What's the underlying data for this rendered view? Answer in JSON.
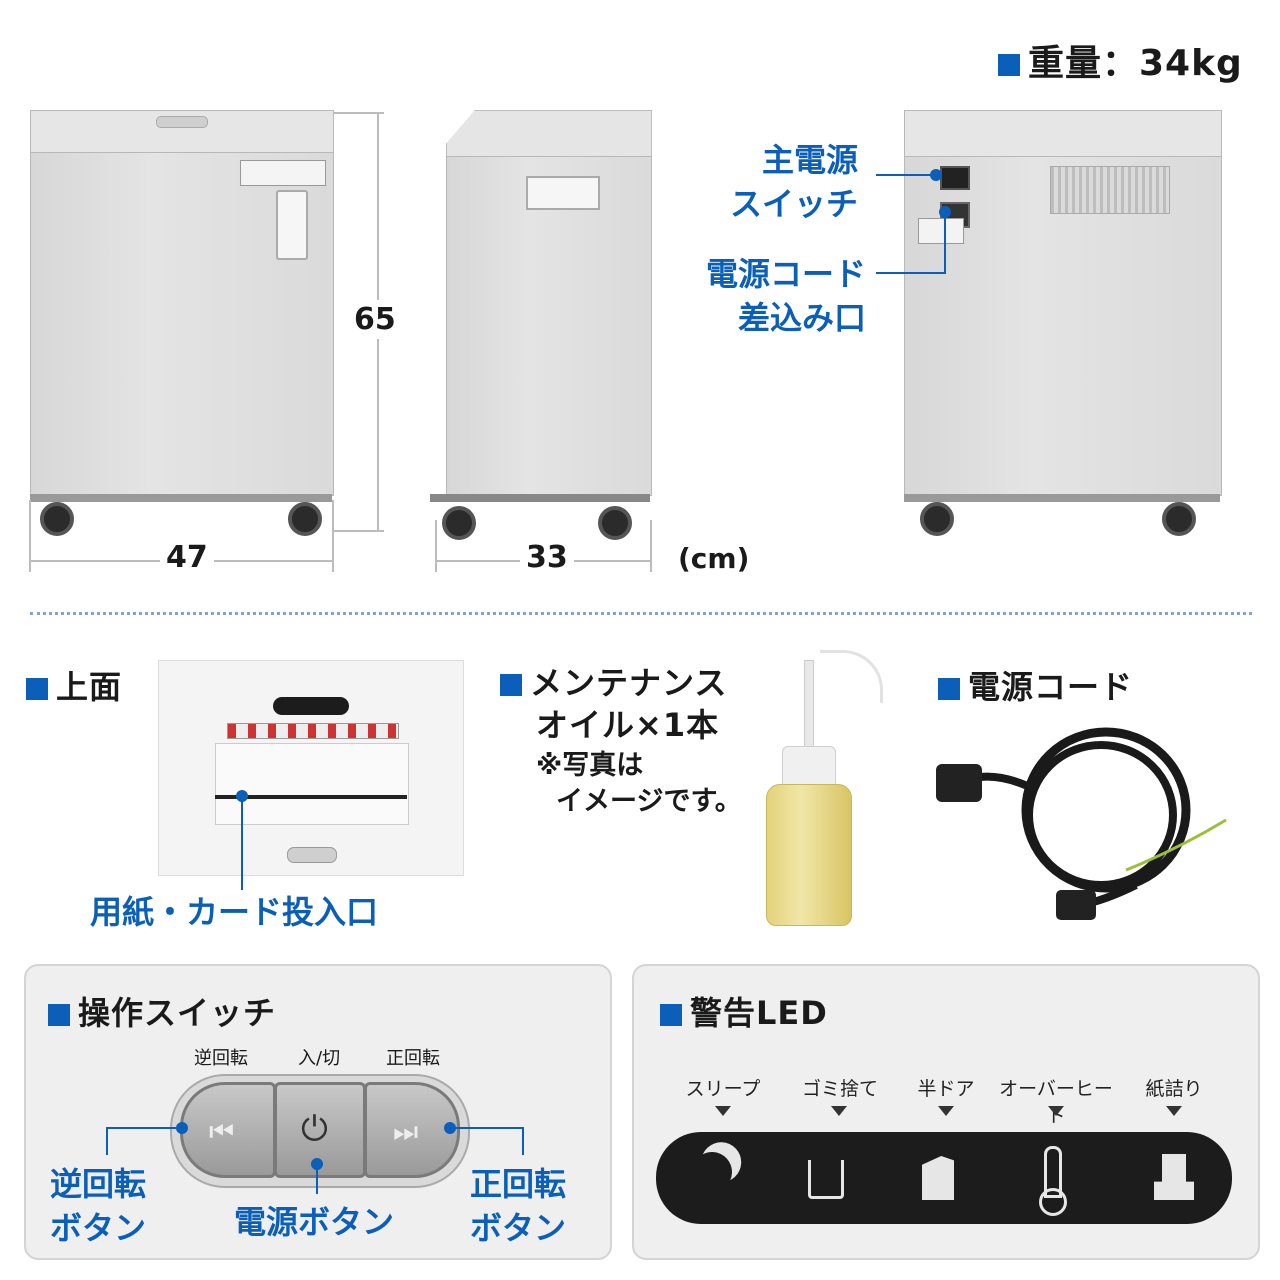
{
  "weight": {
    "label": "重量：34kg"
  },
  "dimensions": {
    "height": "65",
    "width": "47",
    "depth": "33",
    "unit": "(cm)"
  },
  "rear_callouts": {
    "main_switch": [
      "主電源",
      "スイッチ"
    ],
    "cord_inlet": [
      "電源コード",
      "差込み口"
    ]
  },
  "sections": {
    "top": {
      "title": "上面",
      "callout": "用紙・カード投入口"
    },
    "oil": {
      "title": [
        "メンテナンス",
        "オイル×1本"
      ],
      "note": [
        "※写真は",
        "イメージです。"
      ]
    },
    "cord": {
      "title": "電源コード"
    },
    "switch": {
      "title": "操作スイッチ",
      "top_labels": [
        "逆回転",
        "入/切",
        "正回転"
      ],
      "reverse": [
        "逆回転",
        "ボタン"
      ],
      "power": "電源ボタン",
      "forward": [
        "正回転",
        "ボタン"
      ]
    },
    "led": {
      "title": "警告LED",
      "labels": [
        "スリープ",
        "ゴミ捨て",
        "半ドア",
        "オーバーヒート",
        "紙詰り"
      ]
    }
  },
  "colors": {
    "accent": "#0b5fb8"
  }
}
